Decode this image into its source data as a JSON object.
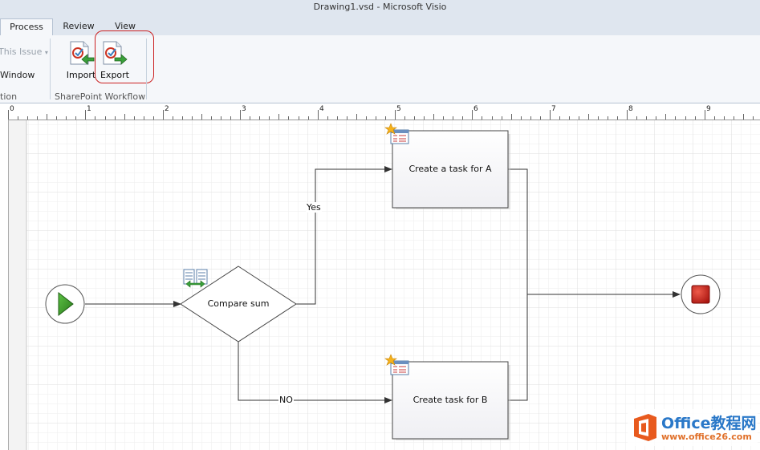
{
  "window": {
    "title": "Drawing1.vsd  -  Microsoft Visio"
  },
  "tabs": [
    {
      "label": "Process",
      "active": true
    },
    {
      "label": "Review",
      "active": false
    },
    {
      "label": "View",
      "active": false
    }
  ],
  "ribbon": {
    "partial_group": {
      "this_issue_label": "This Issue",
      "window_label": "Window",
      "group_label": "tion"
    },
    "sharepoint_group": {
      "import_label": "Import",
      "export_label": "Export",
      "group_label": "SharePoint Workflow"
    }
  },
  "ruler": {
    "labels": [
      "0",
      "1",
      "2",
      "3",
      "4",
      "5",
      "6",
      "7",
      "8",
      "9"
    ]
  },
  "diagram": {
    "compare": {
      "label": "Compare sum"
    },
    "task_a": {
      "label": "Create a task for A"
    },
    "task_b": {
      "label": "Create task for B"
    },
    "edge_yes": {
      "label": "Yes"
    },
    "edge_no": {
      "label": "NO"
    },
    "colors": {
      "start_green": "#3c9c2a",
      "stop_red": "#c8201c",
      "line": "#333333"
    }
  },
  "watermark": {
    "title": "Office教程网",
    "url": "www.office26.com"
  }
}
